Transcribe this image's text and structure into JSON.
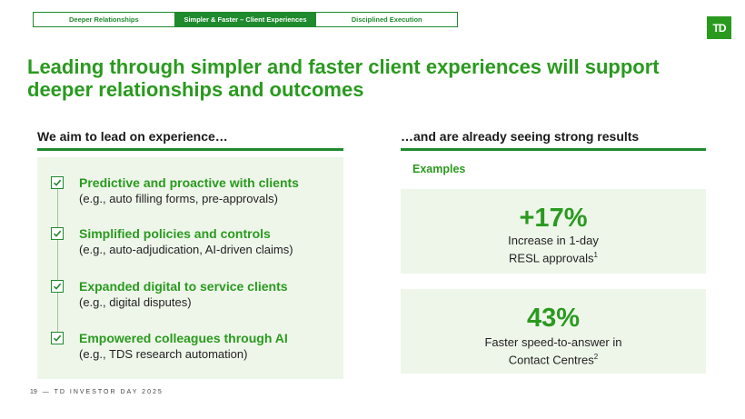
{
  "nav": {
    "tabs": [
      {
        "label": "Deeper Relationships",
        "active": false
      },
      {
        "label": "Simpler & Faster – Client Experiences",
        "active": true
      },
      {
        "label": "Disciplined Execution",
        "active": false
      }
    ]
  },
  "logo": {
    "text": "TD",
    "color": "#2a9a1f"
  },
  "title": "Leading through simpler and faster client experiences will support deeper relationships and outcomes",
  "left": {
    "heading": "We aim to lead on experience…",
    "items": [
      {
        "title": "Predictive and proactive with clients",
        "sub": "(e.g., auto filling forms, pre-approvals)",
        "icon": "checkbox-icon"
      },
      {
        "title": "Simplified policies and controls",
        "sub": "(e.g., auto-adjudication, AI-driven claims)",
        "icon": "checkbox-icon"
      },
      {
        "title": "Expanded digital to service clients",
        "sub": "(e.g., digital disputes)",
        "icon": "checkbox-icon"
      },
      {
        "title": "Empowered colleagues through AI",
        "sub": "(e.g., TDS research automation)",
        "icon": "checkbox-icon"
      }
    ]
  },
  "right": {
    "heading": "…and are already seeing strong results",
    "examples_label": "Examples",
    "stats": [
      {
        "value": "+17%",
        "line1": "Increase in 1-day",
        "line2": "RESL approvals",
        "footnote": "1"
      },
      {
        "value": "43%",
        "line1": "Faster speed-to-answer in",
        "line2": "Contact Centres",
        "footnote": "2"
      }
    ]
  },
  "footer": {
    "page": "19",
    "text": "— TD INVESTOR DAY 2025"
  },
  "colors": {
    "brand_green": "#2a9a1f",
    "dark_green": "#1f8a2e",
    "panel_bg": "#eef6ea"
  }
}
